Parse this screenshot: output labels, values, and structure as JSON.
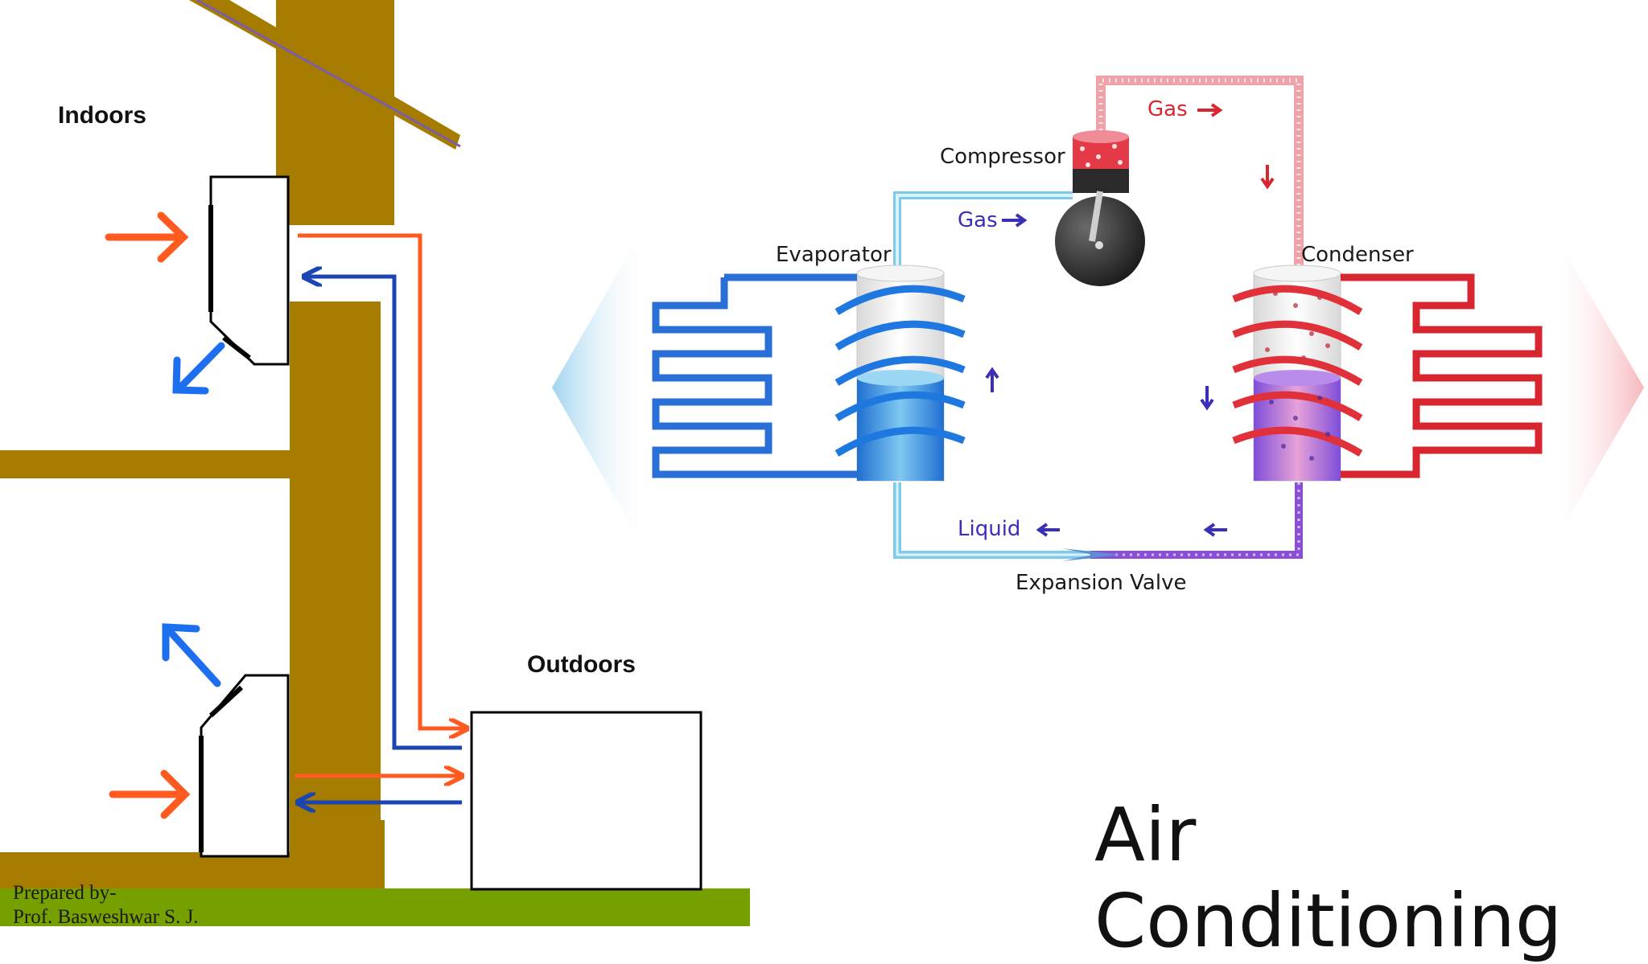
{
  "title": "Air Conditioning",
  "credits": {
    "line1": "Prepared by-",
    "line2": "Prof. Basweshwar S. J."
  },
  "house": {
    "indoors_label": "Indoors",
    "outdoors_label": "Outdoors"
  },
  "cycle": {
    "compressor": "Compressor",
    "evaporator": "Evaporator",
    "condenser": "Condenser",
    "expansion_valve": "Expansion Valve",
    "gas_top": "Gas",
    "gas_left": "Gas",
    "liquid": "Liquid"
  },
  "colors": {
    "wall": "#A67C00",
    "roof_edge": "#7B5EA7",
    "ground": "#76A000",
    "warm_arrow": "#FF5A1F",
    "cool_arrow": "#1E6FF0",
    "pipe_orange": "#FF5A1F",
    "pipe_blue": "#1B45B0",
    "cold_coil": "#1E78E0",
    "hot_coil": "#E0303A",
    "valve_pipe": "#8A4FD8"
  }
}
